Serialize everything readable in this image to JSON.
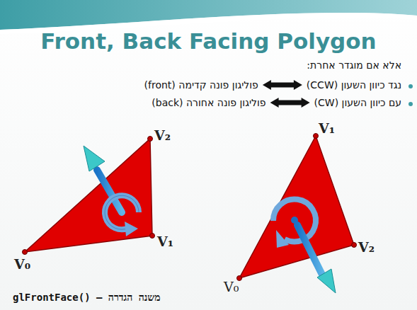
{
  "diagram": {
    "title": "Front, Back Facing Polygon",
    "labels": [
      "אלא אם מוגדר אחרת:",
      "נגד כיוון השעון (CCW)",
      "פוליגון פונה קדימה (front)",
      "עם כיוון השעון (CW)",
      "פוליגון פונה אחורה (back)",
      "V₂",
      "V₁",
      "V₀",
      "V₁",
      "V₂",
      "V₀",
      "glFrontFace() – משנה הגדרה"
    ]
  }
}
